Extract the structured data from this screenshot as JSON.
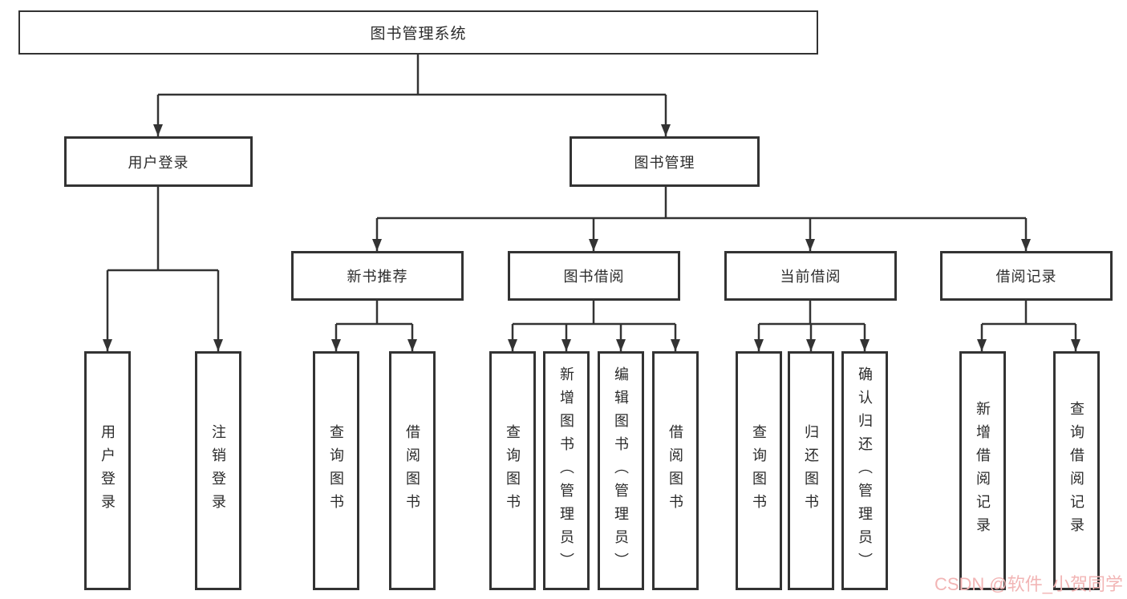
{
  "colors": {
    "line": "#333333",
    "text": "#2b2b2b",
    "background": "#ffffff",
    "watermark": "#f2b5b5"
  },
  "diagram": {
    "root": {
      "label": "图书管理系统"
    },
    "level2": [
      {
        "label": "用户登录",
        "leaves": [
          {
            "label": "用户登录"
          },
          {
            "label": "注销登录"
          }
        ]
      },
      {
        "label": "图书管理",
        "children": [
          {
            "label": "新书推荐",
            "leaves": [
              {
                "label": "查询图书"
              },
              {
                "label": "借阅图书"
              }
            ]
          },
          {
            "label": "图书借阅",
            "leaves": [
              {
                "label": "查询图书"
              },
              {
                "label": "新增图书（管理员）"
              },
              {
                "label": "编辑图书（管理员）"
              },
              {
                "label": "借阅图书"
              }
            ]
          },
          {
            "label": "当前借阅",
            "leaves": [
              {
                "label": "查询图书"
              },
              {
                "label": "归还图书"
              },
              {
                "label": "确认归还（管理员）"
              }
            ]
          },
          {
            "label": "借阅记录",
            "leaves": [
              {
                "label": "新增借阅记录"
              },
              {
                "label": "查询借阅记录"
              }
            ]
          }
        ]
      }
    ]
  },
  "watermark": {
    "text": "CSDN @软件_小贺同学"
  }
}
